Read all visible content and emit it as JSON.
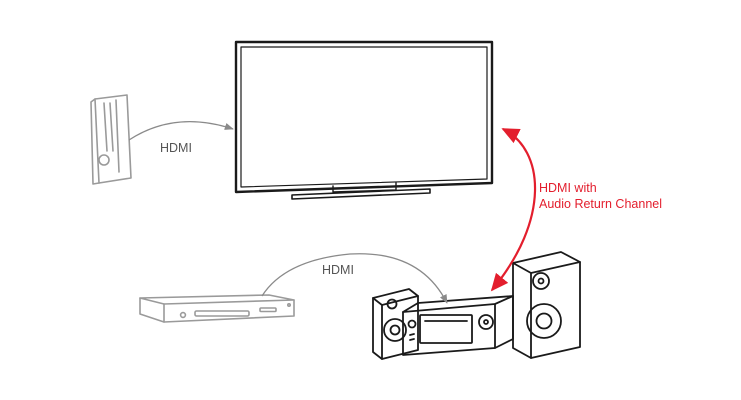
{
  "labels": {
    "console_link": "HDMI",
    "player_link": "HDMI",
    "arc_link_line1": "HDMI with",
    "arc_link_line2": "Audio Return Channel"
  },
  "colors": {
    "accent_red": "#e31e2d",
    "device_stroke_dark": "#1a1a1a",
    "device_stroke_light": "#9a9a9a",
    "connector_gray": "#8a8a8a",
    "label_gray": "#555555"
  },
  "icons": [
    "television-icon",
    "game-console-icon",
    "blu-ray-player-icon",
    "av-receiver-icon",
    "speaker-left-icon",
    "speaker-right-icon"
  ]
}
